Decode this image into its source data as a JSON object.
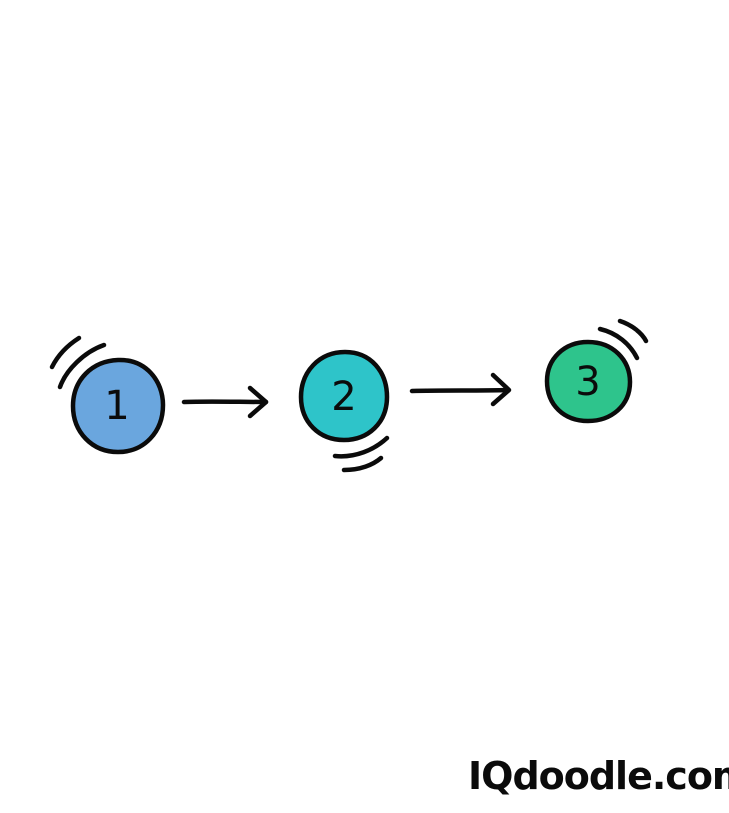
{
  "diagram": {
    "nodes": [
      {
        "id": "node-1",
        "label": "1",
        "color": "#6aa6de"
      },
      {
        "id": "node-2",
        "label": "2",
        "color": "#2ec4c9"
      },
      {
        "id": "node-3",
        "label": "3",
        "color": "#2ec48c"
      }
    ],
    "edges": [
      {
        "from": "node-1",
        "to": "node-2"
      },
      {
        "from": "node-2",
        "to": "node-3"
      }
    ]
  },
  "watermark": {
    "text": "IQdoodle.com"
  }
}
